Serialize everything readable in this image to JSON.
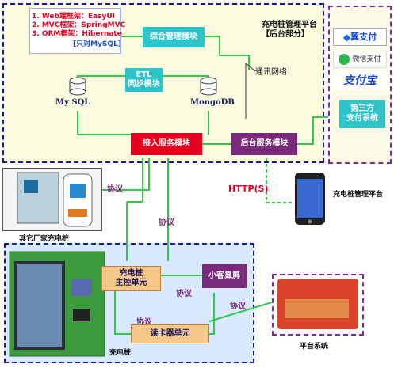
{
  "top_panel": {
    "title_line1": "充电桩管理平台",
    "title_line2": "【后台部分】",
    "frameworks": [
      "1. Web端框架：EasyUI",
      "2. MVC框架：SpringMVC",
      "3. ORM框架：Hibernate"
    ],
    "framework_note": "[只对MySQL]"
  },
  "boxes": {
    "integrated": "综合管理模块",
    "etl_line1": "ETL",
    "etl_line2": "同步模块",
    "access": "接入服务模块",
    "backend": "后台服务模块",
    "third_party_line1": "第三方",
    "third_party_line2": "支付系统",
    "controller_line1": "充电桩",
    "controller_line2": "主控单元",
    "card_reader": "读卡器单元",
    "small_screen": "小客显屏"
  },
  "databases": {
    "mysql": "My SQL",
    "mongodb": "MongoDB"
  },
  "labels": {
    "network": "通讯网络",
    "protocol": "协议",
    "http": "HTTP(S)",
    "mgmt_platform": "充电桩管理平台",
    "other_piles": "其它厂家充电桩",
    "pile": "充电桩",
    "platform_system": "平台系统"
  },
  "payments": {
    "bestpay": "翼支付",
    "wechat": "微信支付",
    "alipay": "支付宝"
  },
  "colors": {
    "teal": "#2ec4c8",
    "red": "#e4001e",
    "purple": "#7a2a7a",
    "orange_box": "#f6c88a",
    "green_line": "#36c44a",
    "blue_dash": "#1a1aa0",
    "purple_dash": "#7a2a9a",
    "top_bg": "#fbfbe0"
  }
}
